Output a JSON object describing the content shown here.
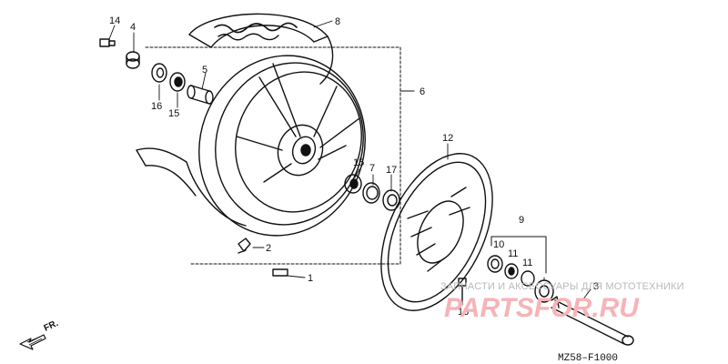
{
  "diagram": {
    "callouts": [
      {
        "id": "c14",
        "label": "14"
      },
      {
        "id": "c4",
        "label": "4"
      },
      {
        "id": "c8",
        "label": "8"
      },
      {
        "id": "c5",
        "label": "5"
      },
      {
        "id": "c6",
        "label": "6"
      },
      {
        "id": "c16",
        "label": "16"
      },
      {
        "id": "c15a",
        "label": "15"
      },
      {
        "id": "c15b",
        "label": "15"
      },
      {
        "id": "c7",
        "label": "7"
      },
      {
        "id": "c17",
        "label": "17"
      },
      {
        "id": "c12",
        "label": "12"
      },
      {
        "id": "c2",
        "label": "2"
      },
      {
        "id": "c1",
        "label": "1"
      },
      {
        "id": "c9",
        "label": "9"
      },
      {
        "id": "c10",
        "label": "10"
      },
      {
        "id": "c11a",
        "label": "11"
      },
      {
        "id": "c11b",
        "label": "11"
      },
      {
        "id": "c3",
        "label": "3"
      },
      {
        "id": "c13",
        "label": "13"
      }
    ],
    "direction_label": "FR.",
    "diagram_code": "MZ58–F1000"
  },
  "watermark": {
    "tagline": "ЗАПЧАСТИ И АКСЕССУАРЫ ДЛЯ МОТОТЕХНИКИ",
    "logo_text": "PARTSFOR.RU",
    "color": "#f6b3b8"
  }
}
